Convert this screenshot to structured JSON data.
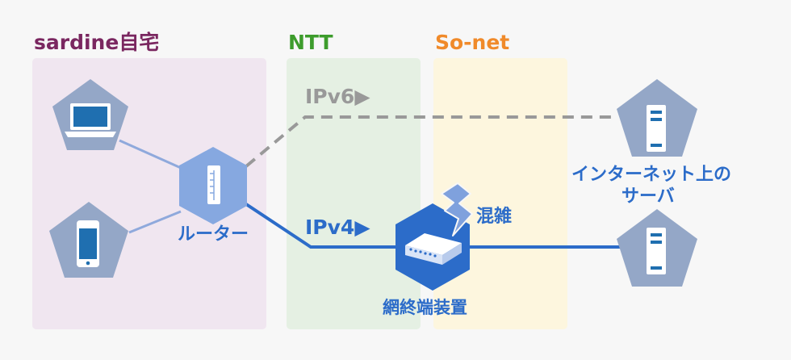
{
  "zones": [
    {
      "id": "home",
      "title": "sardine自宅",
      "color": "#7a2760",
      "fill": "#f0e6f0"
    },
    {
      "id": "ntt",
      "title": "NTT",
      "color": "#3d9c2c",
      "fill": "#e5f0e3"
    },
    {
      "id": "sonet",
      "title": "So-net",
      "color": "#f08a2a",
      "fill": "#fdf6de"
    }
  ],
  "links": {
    "ipv6_label": "IPv6▶",
    "ipv4_label": "IPv4▶",
    "ipv6_color": "#999999",
    "ipv4_color": "#2c6cc9",
    "device_link_color": "#8fa9dc"
  },
  "nodes": {
    "router_label": "ルーター",
    "termination_label": "網終端装置",
    "congestion_label": "混雑",
    "server_label_line1": "インターネット上の",
    "server_label_line2": "サーバ"
  },
  "colors": {
    "pentagon": "#94a7c7",
    "router": "#86a8e0",
    "termination_device": "#2c6cc9",
    "lightning": "#7fa1dd",
    "device_screen": "#1f6fb0"
  }
}
